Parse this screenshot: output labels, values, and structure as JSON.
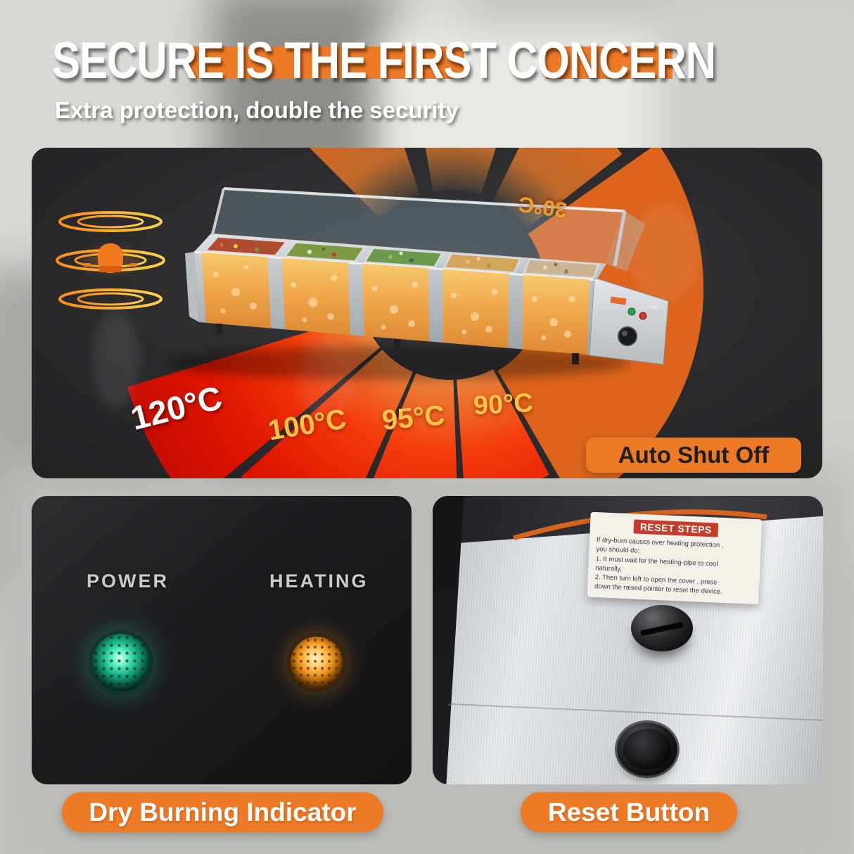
{
  "colors": {
    "accent": "#ef7a26",
    "panel_dark": "#2b2b2e"
  },
  "header": {
    "title": "SECURE IS THE FIRST CONCERN",
    "subtitle": "Extra protection, double the security"
  },
  "diagram": {
    "temps": {
      "t120": "120°C",
      "t100": "100°C",
      "t95": "95°C",
      "t90": "90°C",
      "glass": "30°C"
    },
    "auto_badge": "Auto Shut Off"
  },
  "indicators": {
    "power": "POWER",
    "heating": "HEATING",
    "badge": "Dry Burning Indicator"
  },
  "reset": {
    "sticker_title": "RESET STEPS",
    "sticker_lines": [
      "If dry-burn causes over heating protection ,",
      "you should do:",
      "1. It must wait for the heating-pipe to cool",
      "naturally,",
      "2. Then turn left to open the cover , press",
      "down the raised pointer to reset the device."
    ],
    "badge": "Reset Button"
  }
}
